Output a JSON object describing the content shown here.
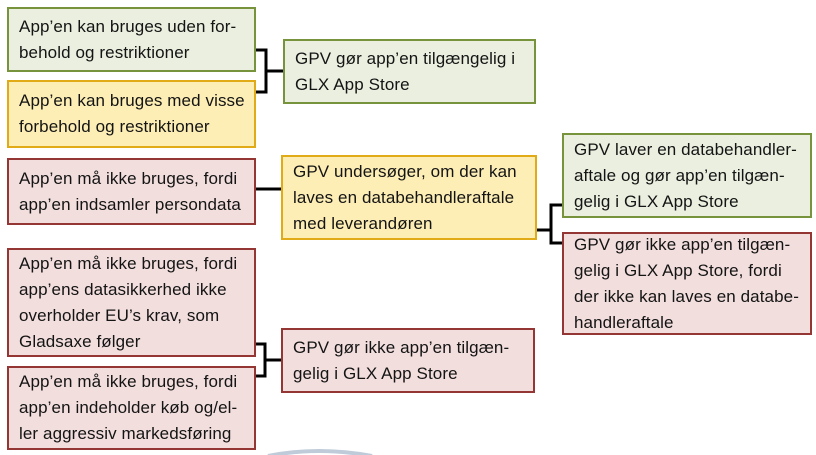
{
  "diagram": {
    "title_hint": "App approval flow diagram (Danish)",
    "background_color": "#ffffff",
    "connector_color": "#000000",
    "styles": {
      "green": {
        "fill": "#eaefdf",
        "border": "#77933c"
      },
      "yellow": {
        "fill": "#fdeeb5",
        "border": "#e0ab17"
      },
      "red": {
        "fill": "#f2dedd",
        "border": "#943634"
      }
    },
    "nodes": {
      "usable_unrestricted": {
        "style": "green",
        "lines": [
          "App’en kan bruges uden for-",
          "behold og restriktioner"
        ]
      },
      "usable_reservations": {
        "style": "yellow",
        "lines": [
          "App’en kan bruges med visse",
          "forbehold og restriktioner"
        ]
      },
      "banned_personal_data": {
        "style": "red",
        "lines": [
          "App’en må ikke bruges, fordi",
          "app’en indsamler persondata"
        ]
      },
      "banned_security": {
        "style": "red",
        "lines": [
          "App’en må ikke bruges, fordi",
          "app’ens datasikkerhed ikke",
          "overholder EU’s krav, som",
          "Gladsaxe følger"
        ]
      },
      "banned_marketing": {
        "style": "red",
        "lines": [
          "App’en må ikke bruges, fordi",
          "app’en indeholder køb og/el-",
          "ler aggressiv markedsføring"
        ]
      },
      "publish": {
        "style": "green",
        "lines": [
          "GPV gør app’en tilgængelig i",
          "GLX App Store"
        ]
      },
      "investigate": {
        "style": "yellow",
        "lines": [
          "GPV undersøger, om der kan",
          "laves en databehandleraftale",
          "med leverandøren"
        ]
      },
      "not_publish": {
        "style": "red",
        "lines": [
          "GPV gør ikke app’en tilgæn-",
          "gelig i GLX App Store"
        ]
      },
      "dpa_publish": {
        "style": "green",
        "lines": [
          "GPV laver en databehandler-",
          "aftale og gør app’en tilgæn-",
          "gelig i GLX App Store"
        ]
      },
      "no_dpa_not_publish": {
        "style": "red",
        "lines": [
          "GPV gør ikke app’en tilgæn-",
          "gelig i GLX App Store, fordi",
          "der ikke kan laves en databe-",
          "handleraftale"
        ]
      }
    }
  }
}
